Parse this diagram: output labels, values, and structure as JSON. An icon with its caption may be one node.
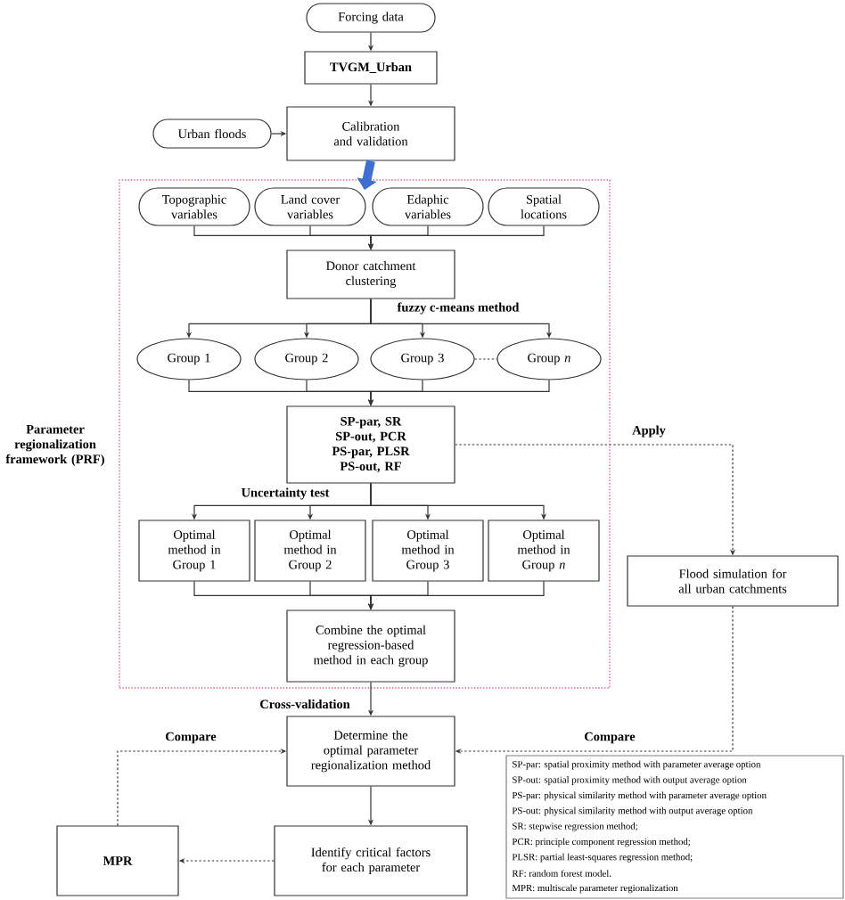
{
  "diagram": {
    "nodes": [
      {
        "text": [
          "Forcing data"
        ]
      },
      {
        "text": [
          "TVGM_Urban"
        ]
      },
      {
        "text": [
          "Calibration and validation"
        ]
      },
      {
        "text": [
          "Urban floods"
        ]
      },
      {
        "text": [
          "Parameter regionalization framework (PRF)"
        ]
      },
      {
        "text": [
          "Topographic variables"
        ],
        "in": 4
      },
      {
        "text": [
          "Land cover variables"
        ],
        "in": 4
      },
      {
        "text": [
          "Edaphic variables"
        ],
        "in": 4
      },
      {
        "text": [
          "Spatial locations"
        ],
        "in": 4
      },
      {
        "text": [
          "Donor catchment clustering"
        ],
        "in": 4
      },
      {
        "text": [
          "Group 1"
        ],
        "in": 4
      },
      {
        "text": [
          "Group 2"
        ],
        "in": 4
      },
      {
        "text": [
          "Group 3"
        ],
        "in": 4
      },
      {
        "text": [
          "Group *n*"
        ],
        "in": 4
      },
      {
        "text": [
          "SP-par, SR",
          "SP-out, PCR",
          "PS-par, PLSR",
          "PS-out, RF"
        ],
        "in": 4
      },
      {
        "text": [
          "Optimal method in Group 1"
        ],
        "in": 4
      },
      {
        "text": [
          "Optimal method in Group 2"
        ],
        "in": 4
      },
      {
        "text": [
          "Optimal method in Group 3"
        ],
        "in": 4
      },
      {
        "text": [
          "Optimal method in Group *n*"
        ],
        "in": 4
      },
      {
        "text": [
          "Combine the optimal regression-based method in each group"
        ],
        "in": 4
      },
      {
        "text": [
          "Determine the optimal parameter regionalization method"
        ]
      },
      {
        "text": [
          "Identify critical factors for each parameter"
        ]
      },
      {
        "text": [
          "MPR"
        ]
      },
      {
        "text": [
          "Flood simulation for all urban catchments"
        ]
      }
    ],
    "edges": [
      {
        "from": 0,
        "to": 1,
        "arrow": "to"
      },
      {
        "from": 1,
        "to": 2,
        "arrow": "to"
      },
      {
        "from": 3,
        "to": 2,
        "arrow": "to"
      },
      {
        "from": 2,
        "to": 4,
        "arrow": "to",
        "style": "thick",
        "color": "#3f6fd0"
      },
      {
        "from": 5,
        "to": 9,
        "arrow": "to"
      },
      {
        "from": 6,
        "to": 9,
        "arrow": "to"
      },
      {
        "from": 7,
        "to": 9,
        "arrow": "to"
      },
      {
        "from": 8,
        "to": 9,
        "arrow": "to"
      },
      {
        "from": 9,
        "to": 10,
        "arrow": "to"
      },
      {
        "from": 9,
        "to": 11,
        "arrow": "to"
      },
      {
        "from": 9,
        "to": 12,
        "arrow": "to"
      },
      {
        "from": 9,
        "to": 13,
        "arrow": "to"
      },
      {
        "from": 12,
        "to": 13,
        "arrow": "none",
        "style": "dashed"
      },
      {
        "from": 10,
        "to": 14,
        "arrow": "to"
      },
      {
        "from": 11,
        "to": 14,
        "arrow": "to"
      },
      {
        "from": 12,
        "to": 14,
        "arrow": "to"
      },
      {
        "from": 13,
        "to": 14,
        "arrow": "to"
      },
      {
        "from": 14,
        "to": 15,
        "arrow": "to"
      },
      {
        "from": 14,
        "to": 16,
        "arrow": "to"
      },
      {
        "from": 14,
        "to": 17,
        "arrow": "to"
      },
      {
        "from": 14,
        "to": 18,
        "arrow": "to"
      },
      {
        "from": 15,
        "to": 19,
        "arrow": "to"
      },
      {
        "from": 16,
        "to": 19,
        "arrow": "to"
      },
      {
        "from": 17,
        "to": 19,
        "arrow": "to"
      },
      {
        "from": 18,
        "to": 19,
        "arrow": "to"
      },
      {
        "from": 19,
        "to": 20,
        "arrow": "to",
        "label": "Cross-validation"
      },
      {
        "from": 14,
        "to": 23,
        "arrow": "to",
        "style": "dashed",
        "label": "Apply"
      },
      {
        "from": 23,
        "to": 20,
        "arrow": "to",
        "style": "dashed",
        "label": "Compare"
      },
      {
        "from": 22,
        "to": 20,
        "arrow": "to",
        "style": "dashed",
        "label": "Compare"
      },
      {
        "from": 20,
        "to": 21,
        "arrow": "to"
      },
      {
        "from": 21,
        "to": 22,
        "arrow": "to",
        "style": "dashed"
      }
    ],
    "labels": [
      "fuzzy c-means method",
      "Uncertainty test",
      "SP-par: spatial proximity method with parameter average option",
      "SP-out: spatial proximity method with output average option",
      "PS-par: physical similarity method with parameter average option",
      "PS-out: physical similarity method with output average option",
      "SR: stepwise regression method;",
      "PCR: principle component regression method;",
      "PLSR: partial least-squares regression method;",
      "RF: random forest model.",
      "MPR: multiscale parameter regionalization"
    ]
  }
}
